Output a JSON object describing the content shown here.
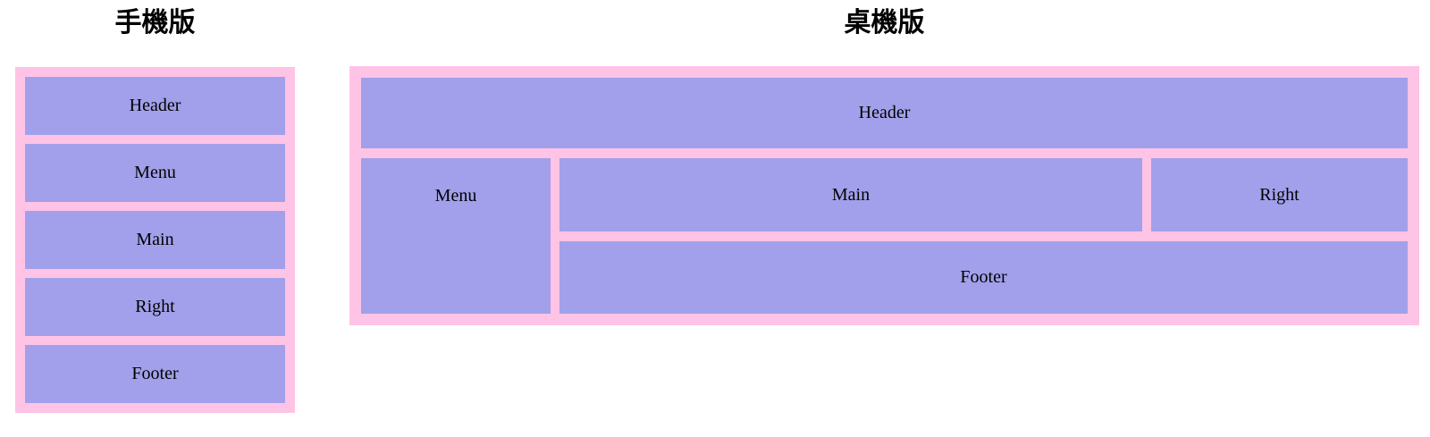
{
  "colors": {
    "container_pink": "#ffc3e6",
    "box_purple": "#a2a0ea",
    "label_text": "#000000",
    "title_text": "#000000",
    "page_background": "#ffffff"
  },
  "mobile": {
    "title": "手機版",
    "boxes": {
      "header": "Header",
      "menu": "Menu",
      "main": "Main",
      "right": "Right",
      "footer": "Footer"
    }
  },
  "desktop": {
    "title": "桌機版",
    "boxes": {
      "header": "Header",
      "menu": "Menu",
      "main": "Main",
      "right": "Right",
      "footer": "Footer"
    }
  }
}
